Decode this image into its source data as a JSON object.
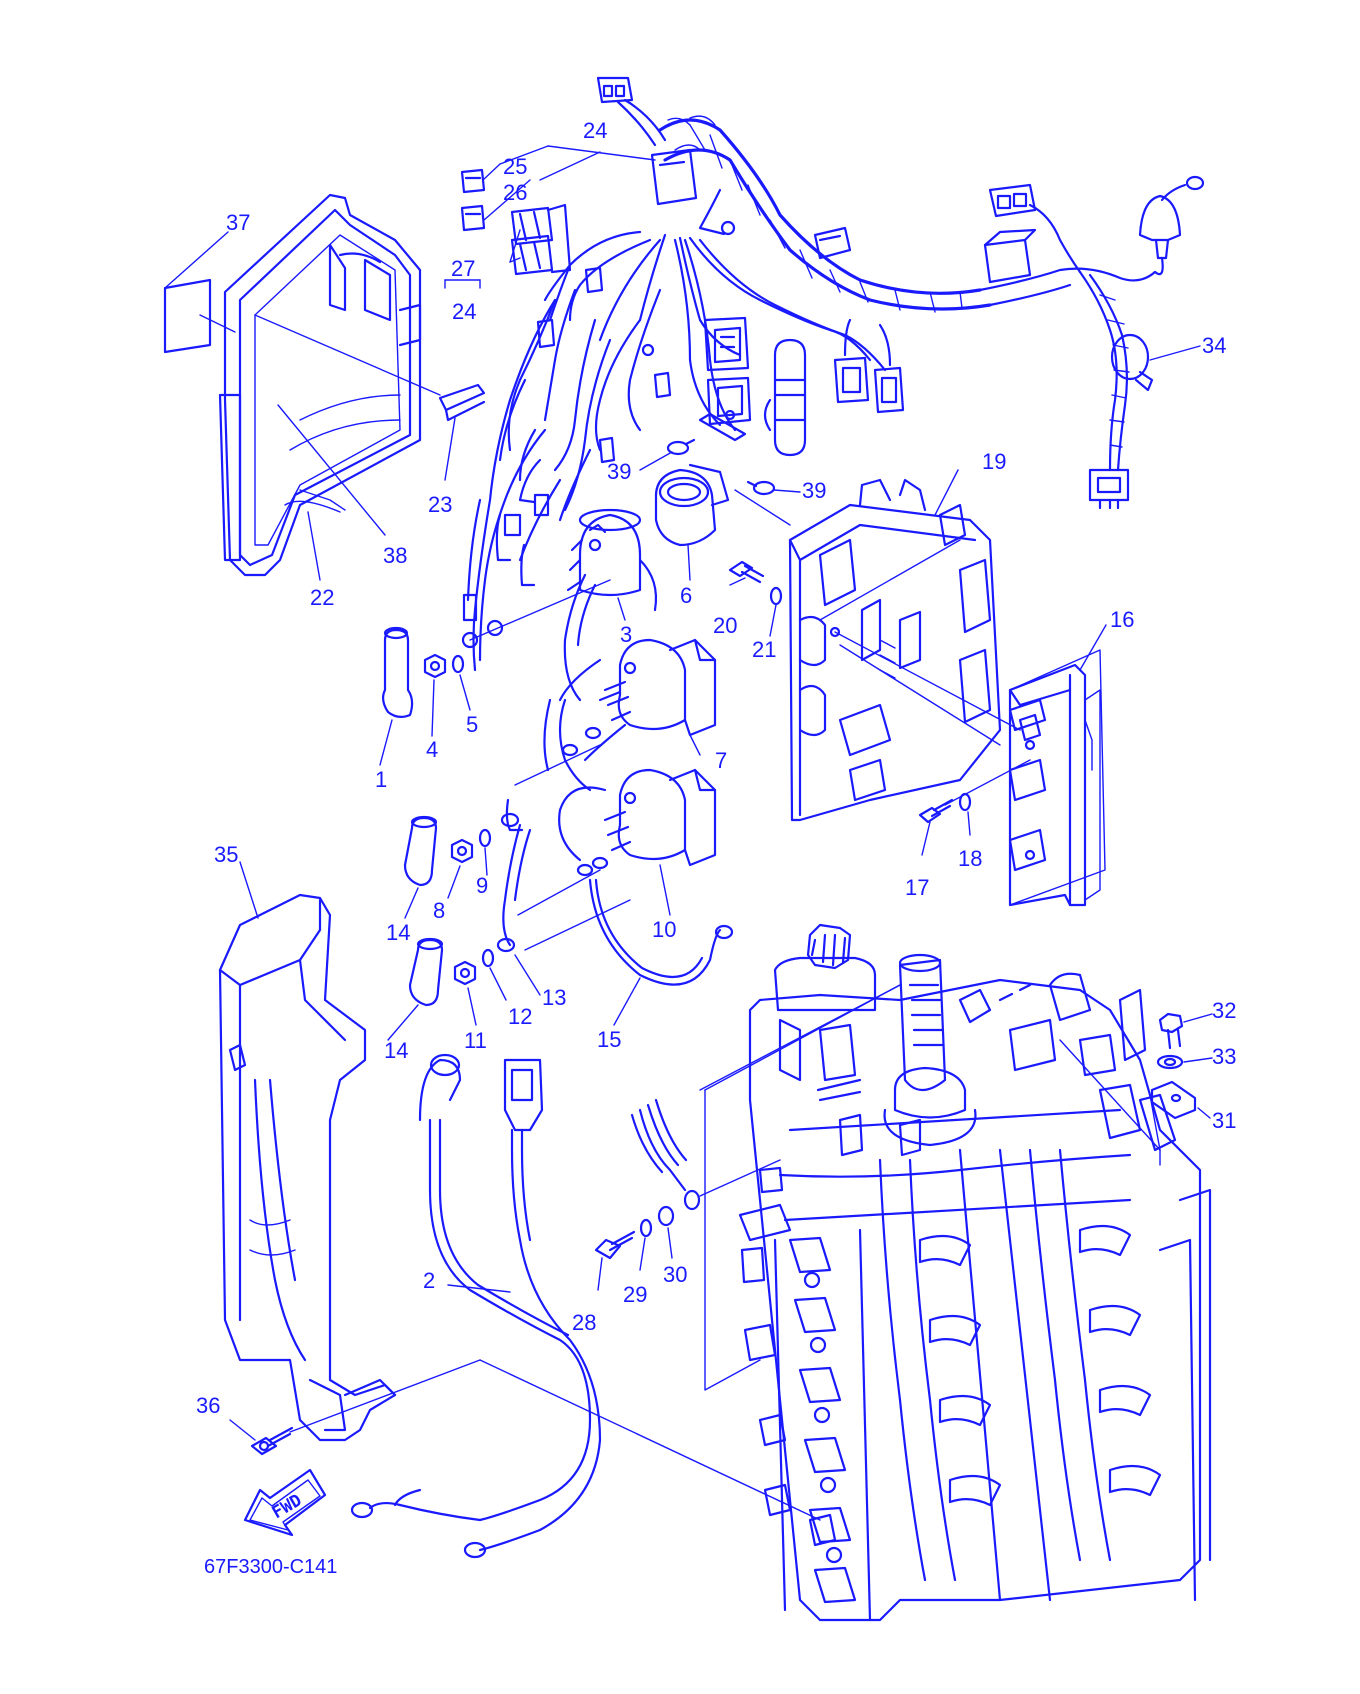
{
  "diagram": {
    "code": "67F3300-C141",
    "fwd_label": "FWD",
    "ink_color": "#1a1aff",
    "labels": [
      {
        "id": "1",
        "text": "1"
      },
      {
        "id": "2",
        "text": "2"
      },
      {
        "id": "3",
        "text": "3"
      },
      {
        "id": "4",
        "text": "4"
      },
      {
        "id": "5",
        "text": "5"
      },
      {
        "id": "6",
        "text": "6"
      },
      {
        "id": "7",
        "text": "7"
      },
      {
        "id": "8",
        "text": "8"
      },
      {
        "id": "9",
        "text": "9"
      },
      {
        "id": "10",
        "text": "10"
      },
      {
        "id": "11",
        "text": "11"
      },
      {
        "id": "12",
        "text": "12"
      },
      {
        "id": "13",
        "text": "13"
      },
      {
        "id": "14a",
        "text": "14"
      },
      {
        "id": "14b",
        "text": "14"
      },
      {
        "id": "15",
        "text": "15"
      },
      {
        "id": "16",
        "text": "16"
      },
      {
        "id": "17",
        "text": "17"
      },
      {
        "id": "18",
        "text": "18"
      },
      {
        "id": "19",
        "text": "19"
      },
      {
        "id": "20",
        "text": "20"
      },
      {
        "id": "21",
        "text": "21"
      },
      {
        "id": "22",
        "text": "22"
      },
      {
        "id": "23",
        "text": "23"
      },
      {
        "id": "24a",
        "text": "24"
      },
      {
        "id": "24b",
        "text": "24"
      },
      {
        "id": "25",
        "text": "25"
      },
      {
        "id": "26",
        "text": "26"
      },
      {
        "id": "27",
        "text": "27"
      },
      {
        "id": "28",
        "text": "28"
      },
      {
        "id": "29",
        "text": "29"
      },
      {
        "id": "30",
        "text": "30"
      },
      {
        "id": "31",
        "text": "31"
      },
      {
        "id": "32",
        "text": "32"
      },
      {
        "id": "33",
        "text": "33"
      },
      {
        "id": "34",
        "text": "34"
      },
      {
        "id": "35",
        "text": "35"
      },
      {
        "id": "36",
        "text": "36"
      },
      {
        "id": "37",
        "text": "37"
      },
      {
        "id": "38",
        "text": "38"
      },
      {
        "id": "39a",
        "text": "39"
      },
      {
        "id": "39b",
        "text": "39"
      }
    ]
  }
}
